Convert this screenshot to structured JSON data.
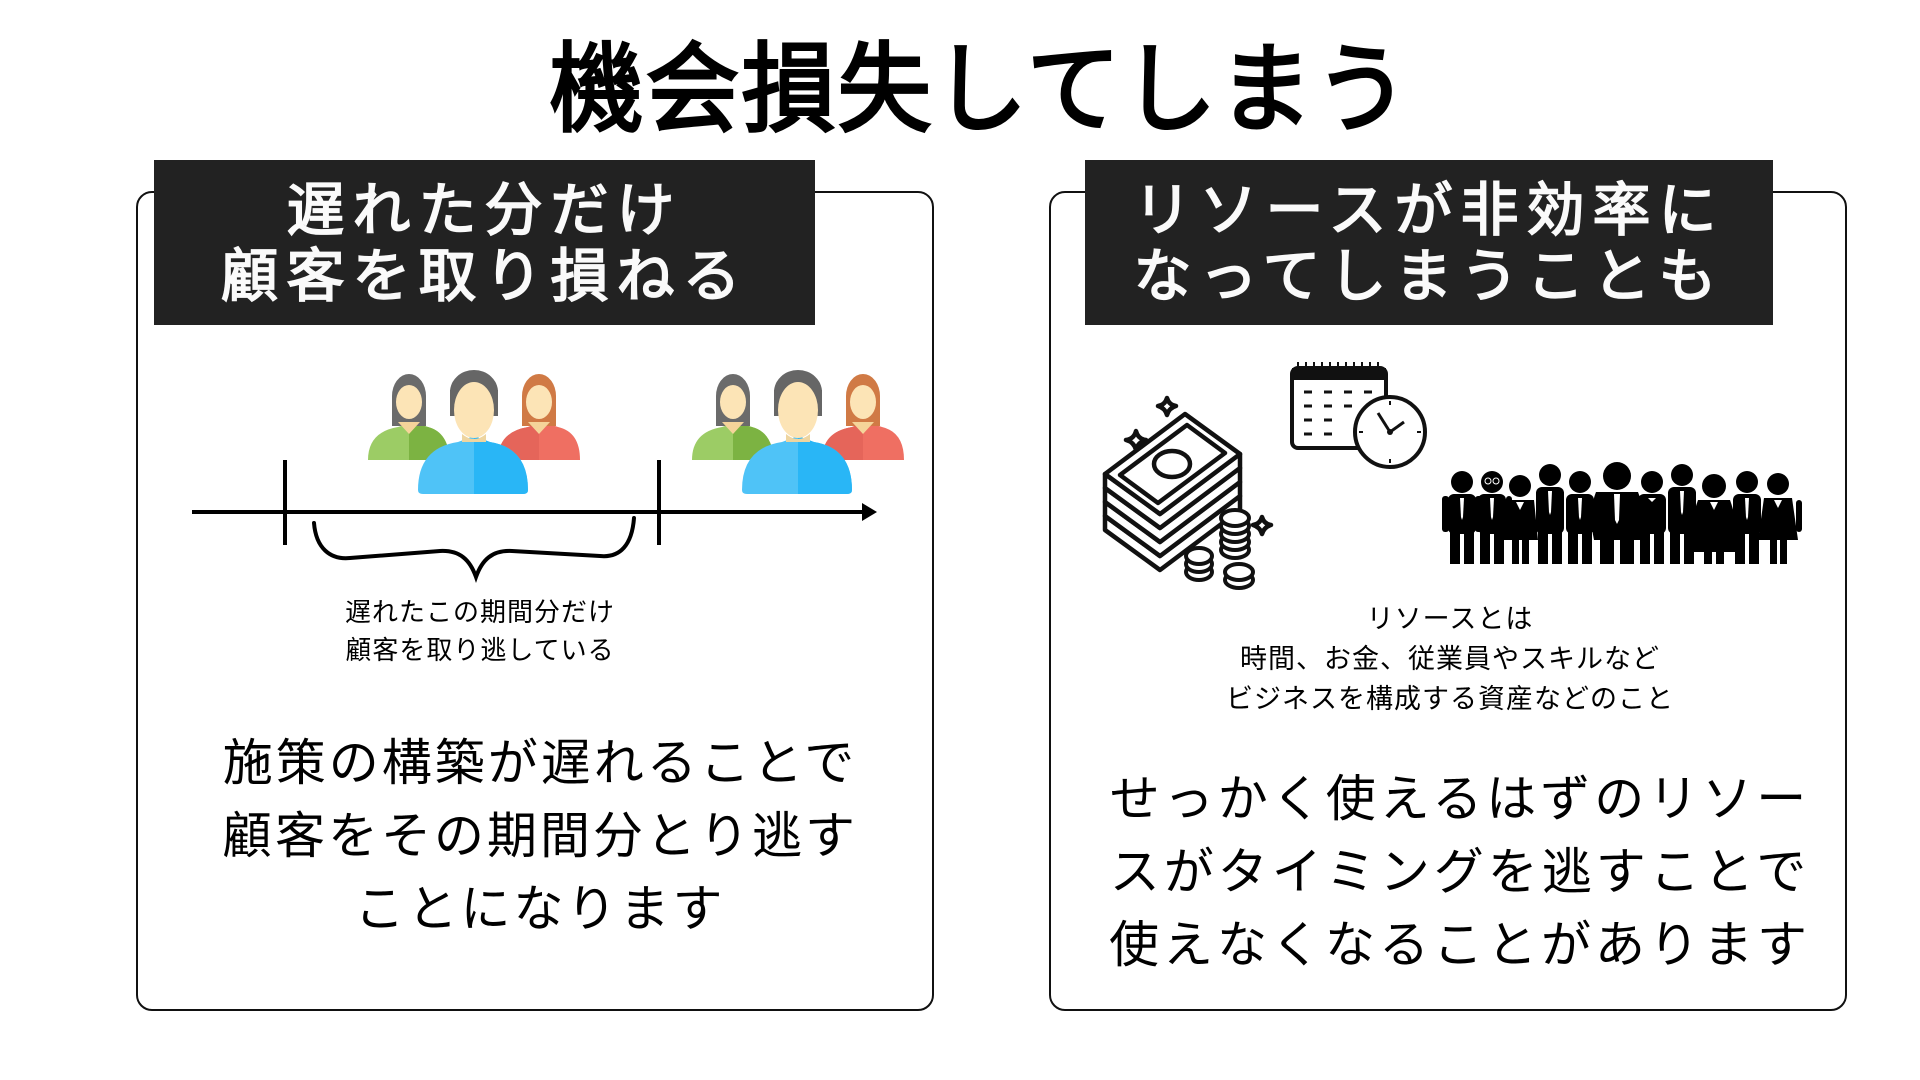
{
  "slide": {
    "title": "機会損失してしまう"
  },
  "left_panel": {
    "label_lines": [
      "遅れた分だけ",
      "顧客を取り損ねる"
    ],
    "illustration": {
      "type": "timeline-with-customer-groups",
      "icons": [
        "customer-group-icon",
        "customer-group-icon",
        "timeline-arrow-icon",
        "curly-brace-icon"
      ],
      "customer_colors": {
        "green": "#8BC34A",
        "blue": "#3DB8F5",
        "red": "#E8685A",
        "skin": "#FCE4B6",
        "hair_dark": "#666666",
        "hair_orange": "#D07A45"
      }
    },
    "caption_lines": [
      "遅れたこの期間分だけ",
      "顧客を取り逃している"
    ],
    "body_lines": [
      "施策の構築が遅れることで",
      "顧客をその期間分とり逃す",
      "ことになります"
    ]
  },
  "right_panel": {
    "label_lines": [
      "リソースが非効率に",
      "なってしまうことも"
    ],
    "illustration": {
      "icons": [
        "money-stack-icon",
        "coins-icon",
        "sparkle-icon",
        "calendar-clock-icon",
        "employees-group-icon"
      ],
      "employee_count": 11
    },
    "caption_lines": [
      "リソースとは",
      "時間、お金、従業員やスキルなど",
      "ビジネスを構成する資産などのこと"
    ],
    "body_lines": [
      "せっかく使えるはずのリソー",
      "スがタイミングを逃すことで",
      "使えなくなることがあります"
    ]
  },
  "colors": {
    "label_bg": "#222222",
    "label_text": "#FAFAFA",
    "border": "#111111",
    "background": "#FFFFFF"
  }
}
